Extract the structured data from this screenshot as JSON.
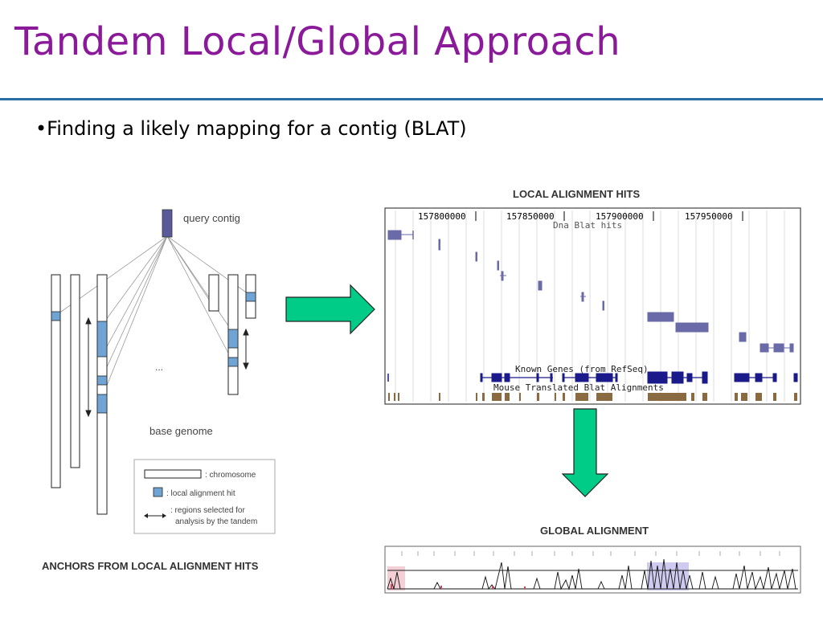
{
  "slide": {
    "title": "Tandem Local/Global Approach",
    "bullet": "•Finding a likely mapping  for a contig (BLAT)"
  },
  "left_diagram": {
    "query_label": "query contig",
    "base_label": "base genome",
    "ellipsis": "...",
    "caption": "ANCHORS FROM LOCAL ALIGNMENT HITS",
    "legend": {
      "chromosome": ": chromosome",
      "hit": ": local alignment hit",
      "region_line1": ": regions selected for",
      "region_line2": "analysis by the tandem"
    }
  },
  "local_panel": {
    "heading": "LOCAL ALIGNMENT HITS",
    "ruler_ticks": [
      "157800000",
      "157850000",
      "157900000",
      "157950000"
    ],
    "track_dna": "Dna Blat hits",
    "track_genes": "Known Genes (from RefSeq)",
    "track_mouse": "Mouse Translated Blat Alignments"
  },
  "global_panel": {
    "heading": "GLOBAL ALIGNMENT"
  },
  "colors": {
    "title": "#8b1a9b",
    "rule": "#2a6ea4",
    "hit": "#6fa4d4",
    "arrow": "#00cc88",
    "blat": "#6a6aa8",
    "gene": "#1a1a8a",
    "mouse": "#8a6a40"
  }
}
